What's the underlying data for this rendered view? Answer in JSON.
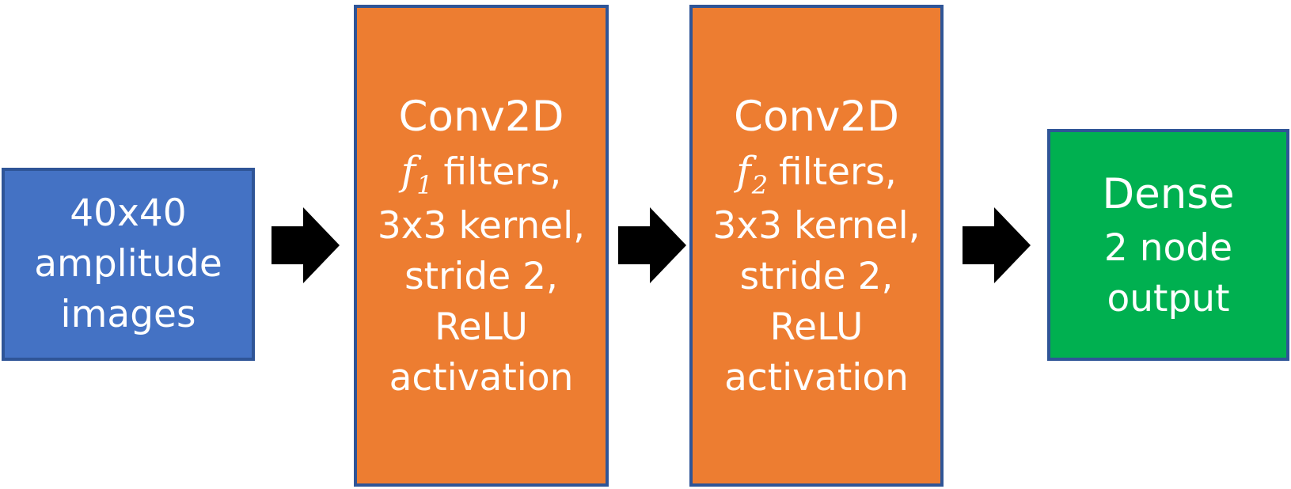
{
  "colors": {
    "input_fill": "#4472C4",
    "conv_fill": "#ED7D31",
    "dense_fill": "#00B050",
    "border": "#2F5597",
    "arrow": "#000000",
    "text": "#FFFFFF"
  },
  "input_box": {
    "lines": [
      "40x40",
      "amplitude",
      "images"
    ]
  },
  "conv1_box": {
    "title": "Conv2D",
    "filter_var": "f",
    "filter_sub": "1",
    "filter_text": "filters,",
    "lines": [
      "3x3 kernel,",
      "stride 2,",
      "ReLU",
      "activation"
    ]
  },
  "conv2_box": {
    "title": "Conv2D",
    "filter_var": "f",
    "filter_sub": "2",
    "filter_text": "filters,",
    "lines": [
      "3x3 kernel,",
      "stride 2,",
      "ReLU",
      "activation"
    ]
  },
  "dense_box": {
    "title": "Dense",
    "lines": [
      "2 node",
      "output"
    ]
  },
  "arrows": [
    {
      "icon": "right-arrow-icon"
    },
    {
      "icon": "right-arrow-icon"
    },
    {
      "icon": "right-arrow-icon"
    }
  ]
}
